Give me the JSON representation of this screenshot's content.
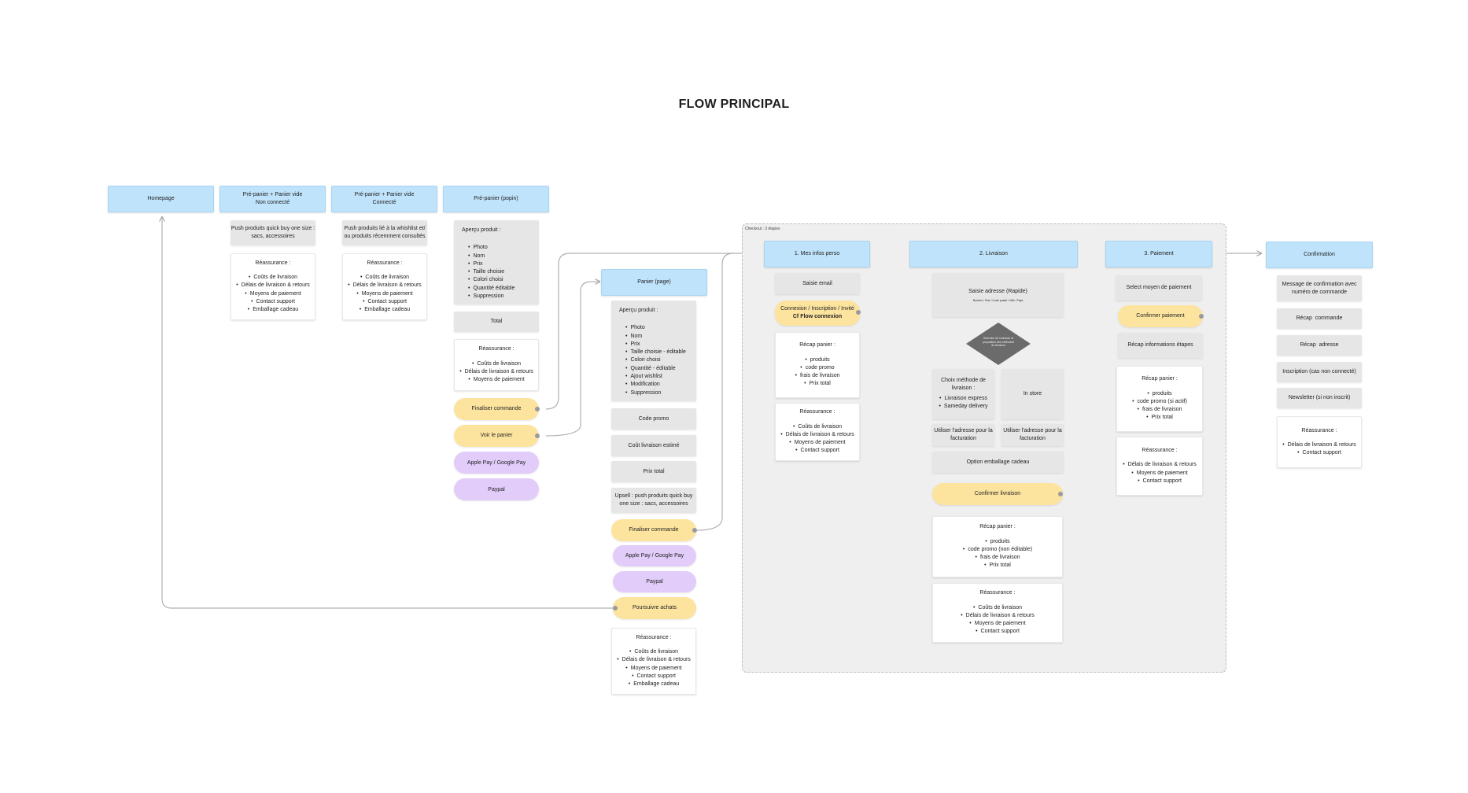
{
  "title": "FLOW PRINCIPAL",
  "colors": {
    "header": "#bfe3fb",
    "grey_box": "#e6e6e6",
    "yellow_action": "#fde49e",
    "purple_payment": "#e2ccfa",
    "connector": "#b0b0b0"
  },
  "homepage": {
    "label": "Homepage"
  },
  "pre_panier_non_connecte": {
    "header_line1": "Pré-panier + Panier vide",
    "header_line2": "Non connecté",
    "push_line1": "Push produits quick buy one size :",
    "push_line2": "sacs, accessoires",
    "reassurance_title": "Réassurance :",
    "reassurance": [
      "Coûts de livraison",
      "Délais de livraison & retours",
      "Moyens de paiement",
      "Contact support",
      "Emballage cadeau"
    ]
  },
  "pre_panier_connecte": {
    "header_line1": "Pré-panier + Panier vide",
    "header_line2": "Connecté",
    "push_line1": "Push produits lié à la whishlist et/",
    "push_line2": "ou produits récemment consultés",
    "reassurance_title": "Réassurance :",
    "reassurance": [
      "Coûts de livraison",
      "Délais de livraison & retours",
      "Moyens de paiement",
      "Contact support",
      "Emballage cadeau"
    ]
  },
  "pre_panier_popin": {
    "header": "Pré-panier (popin)",
    "apercu_title": "Aperçu produit :",
    "apercu": [
      "Photo",
      "Nom",
      "Prix",
      "Taille choisie",
      "Colori choisi",
      "Quantité éditable",
      "Suppression"
    ],
    "total": "Total",
    "reassurance_title": "Réassurance :",
    "reassurance": [
      "Coûts de livraison",
      "Délais de livraison & retours",
      "Moyens de paiement"
    ],
    "finaliser": "Finaliser commande",
    "voir_panier": "Voir le panier",
    "apple_google": "Apple Pay / Google Pay",
    "paypal": "Paypal"
  },
  "panier_page": {
    "header": "Panier (page)",
    "apercu_title": "Aperçu produit :",
    "apercu": [
      "Photo",
      "Nom",
      "Prix",
      "Taille choisie - éditable",
      "Colori choisi",
      "Quantité - éditable",
      "Ajout wishlist",
      "Modification",
      "Suppression"
    ],
    "code_promo": "Code promo",
    "cout_livraison": "Coût livraison estimé",
    "prix_total": "Prix total",
    "upsell_line1": "Upsell : push produits quick buy",
    "upsell_line2": "one size : sacs, accessoires",
    "finaliser": "Finaliser commande",
    "apple_google": "Apple Pay / Google Pay",
    "paypal": "Paypal",
    "poursuivre": "Poursuivre achats",
    "reassurance_title": "Réassurance :",
    "reassurance": [
      "Coûts de livraison",
      "Délais de livraison & retours",
      "Moyens de paiement",
      "Contact support",
      "Emballage cadeau"
    ]
  },
  "checkout": {
    "label": "Checkout : 3 étapes",
    "step1": {
      "header": "1. Mes infos perso",
      "saisie_email": "Saisie email",
      "connexion_line1": "Connexion / Inscription / Invité",
      "connexion_line2": "Cf Flow connexion",
      "recap_title": "Récap panier :",
      "recap": [
        "produits",
        "code promo",
        "frais de livraison",
        "Prix total"
      ],
      "reassurance_title": "Réassurance :",
      "reassurance": [
        "Coûts de livraison",
        "Délais de livraison & retours",
        "Moyens de paiement",
        "Contact support"
      ]
    },
    "step2": {
      "header": "2. Livraison",
      "saisie_adresse": "Saisie adresse (Rapide)",
      "saisie_adresse_sub": "Numéro / Rue / Code postal / Ville / Pays",
      "diamond": "Sélection de l'adresse et proposition des méthodes de livraison",
      "choix_title": "Choix méthode de livraison :",
      "choix": [
        "Livraison express",
        "Sameday delivery"
      ],
      "in_store": "In store",
      "facturation_left": "Utiliser l'adresse pour la facturation",
      "facturation_right": "Utiliser l'adresse pour la facturation",
      "option_emballage": "Option emballage cadeau",
      "confirmer": "Confirmer livraison",
      "recap_title": "Récap panier :",
      "recap": [
        "produits",
        "code promo (non éditable)",
        "frais de livraison",
        "Prix total"
      ],
      "reassurance_title": "Réassurance :",
      "reassurance": [
        "Coûts de livraison",
        "Délais de livraison & retours",
        "Moyens de paiement",
        "Contact support"
      ]
    },
    "step3": {
      "header": "3. Paiement",
      "select_moyen": "Select moyen de paiement",
      "confirmer": "Confirmer paiement",
      "recap_info": "Récap informations étapes",
      "recap_title": "Récap panier :",
      "recap": [
        "produits",
        "code promo (si actif)",
        "frais de livraison",
        "Prix total"
      ],
      "reassurance_title": "Réassurance :",
      "reassurance": [
        "Délais de livraison & retours",
        "Moyens de paiement",
        "Contact support"
      ]
    }
  },
  "confirmation": {
    "header": "Confirmation",
    "message_line1": "Message de confirmation avec",
    "message_line2": "numéro de commande",
    "recap_commande": "Récap  commande",
    "recap_adresse": "Récap  adresse",
    "inscription": "Inscription (cas non connecté)",
    "newsletter": "Newsletter (si non inscrit)",
    "reassurance_title": "Réassurance :",
    "reassurance": [
      "Délais de livraison & retours",
      "Contact support"
    ]
  }
}
